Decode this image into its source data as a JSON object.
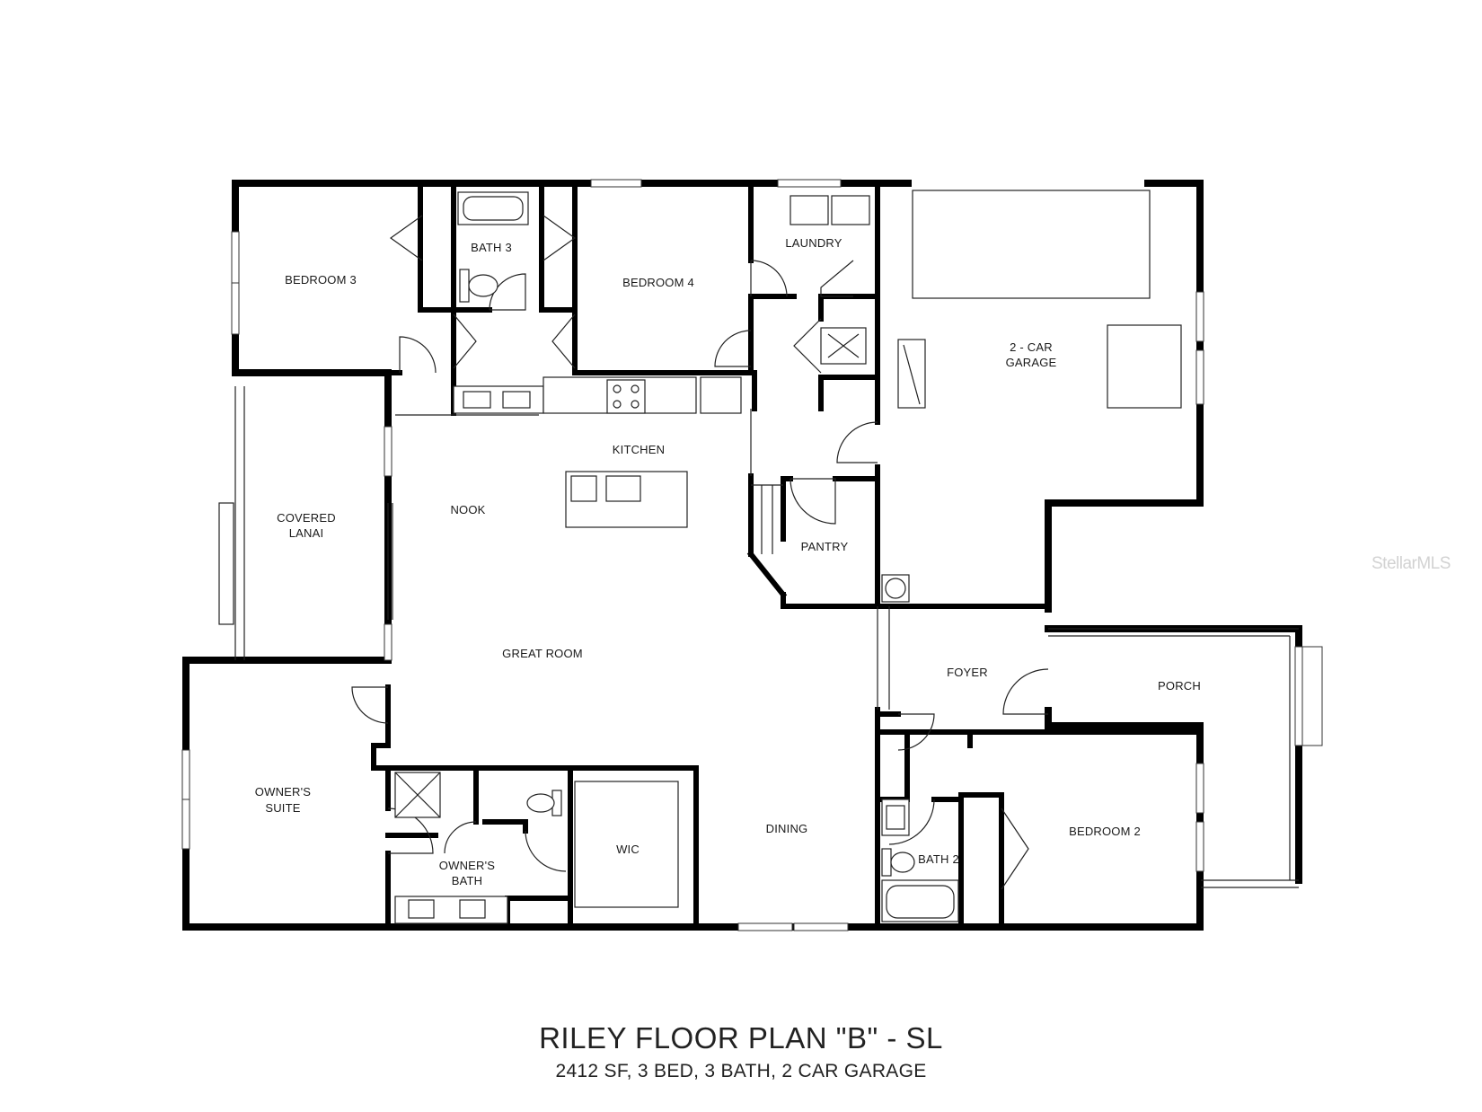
{
  "plan": {
    "title": "RILEY FLOOR PLAN \"B\" - SL",
    "subtitle": "2412 SF, 3 BED, 3 BATH, 2 CAR GARAGE",
    "watermark": "StellarMLS",
    "rooms": {
      "bedroom3": "BEDROOM 3",
      "bath3": "BATH 3",
      "bedroom4": "BEDROOM 4",
      "laundry": "LAUNDRY",
      "garage_line1": "2 - CAR",
      "garage_line2": "GARAGE",
      "kitchen": "KITCHEN",
      "nook": "NOOK",
      "lanai_line1": "COVERED",
      "lanai_line2": "LANAI",
      "pantry": "PANTRY",
      "great_room": "GREAT ROOM",
      "foyer": "FOYER",
      "porch": "PORCH",
      "owners_suite_line1": "OWNER'S",
      "owners_suite_line2": "SUITE",
      "owners_bath_line1": "OWNER'S",
      "owners_bath_line2": "BATH",
      "wic": "WIC",
      "dining": "DINING",
      "bath2": "BATH 2",
      "bedroom2": "BEDROOM 2"
    }
  }
}
